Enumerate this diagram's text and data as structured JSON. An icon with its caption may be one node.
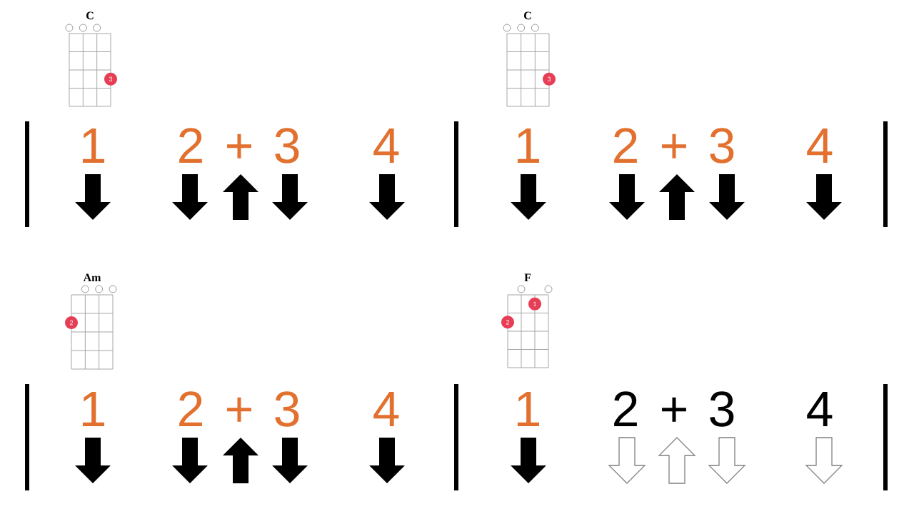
{
  "diagram": {
    "nodes": [
      {
        "text": [
          "C",
          "3"
        ]
      },
      {
        "text": [
          "C",
          "3"
        ]
      },
      {
        "text": [
          "Am",
          "2"
        ]
      },
      {
        "text": [
          "F",
          "1",
          "2"
        ]
      }
    ],
    "labels": [
      "1",
      "2",
      "+",
      "3",
      "4",
      "1",
      "2",
      "+",
      "3",
      "4",
      "1",
      "2",
      "+",
      "3",
      "4",
      "1",
      "2",
      "+",
      "3",
      "4"
    ]
  }
}
